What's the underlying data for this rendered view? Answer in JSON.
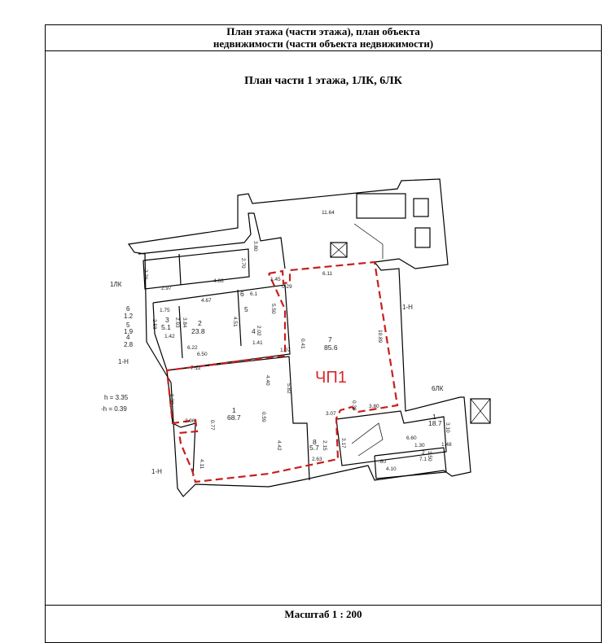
{
  "header": {
    "line1": "План этажа (части этажа), план объекта",
    "line2": "недвижимости (части объекта недвижимости)"
  },
  "plan_title": "План части 1 этажа, 1ЛК, 6ЛК",
  "footer": "Масштаб 1 : 200",
  "zone_label": "ЧП1",
  "colors": {
    "zone": "#c81e1e",
    "walls": "#000000"
  },
  "markers": {
    "lk1": "1ЛК",
    "lk6": "6ЛК",
    "n1_right": "1-Н",
    "n1_left": "1-Н",
    "n1_bottom": "1-Н"
  },
  "heights": {
    "h": "h = 3.35",
    "minus_h": "-h = 0.39"
  },
  "side_rooms": [
    {
      "n": "6",
      "area": "1.2"
    },
    {
      "n": "5",
      "area": "1.9"
    },
    {
      "n": "4",
      "area": "2.8"
    }
  ],
  "rooms": [
    {
      "n": "7",
      "area": "85.6"
    },
    {
      "n": "1",
      "area": "68.7"
    },
    {
      "n": "2",
      "area": "23.8"
    },
    {
      "n": "3",
      "area": "5.1"
    },
    {
      "n": "8",
      "area": "5.7"
    },
    {
      "n": "1",
      "area": "18.7"
    },
    {
      "n": "2",
      "area": "7.1"
    },
    {
      "n": "6",
      "area": ""
    },
    {
      "n": "5",
      "area": ""
    },
    {
      "n": "4",
      "area": ""
    }
  ],
  "dims": [
    "11.64",
    "3.80",
    "2.76",
    "2.70",
    "2.97",
    "4.86",
    "1.45",
    "0.29",
    "6.11",
    "4.67",
    "1.75",
    "6.1",
    "3.84",
    "2.93",
    "2.58",
    "4.51",
    "2.02",
    "1.42",
    "1.41",
    "6.22",
    "6.50",
    "1.07",
    "0.41",
    "10.89",
    "5.50",
    "7.12",
    "4.40",
    "5.82",
    "6.30",
    "2.06",
    "0.77",
    "0.59",
    "4.42",
    "4.11",
    "3.07",
    "0.39",
    "3.80",
    "2.15",
    "2.63",
    "3.17",
    "3.10",
    "6.60",
    "1.30",
    "1.48",
    "1.50",
    ".60",
    "4.10"
  ]
}
